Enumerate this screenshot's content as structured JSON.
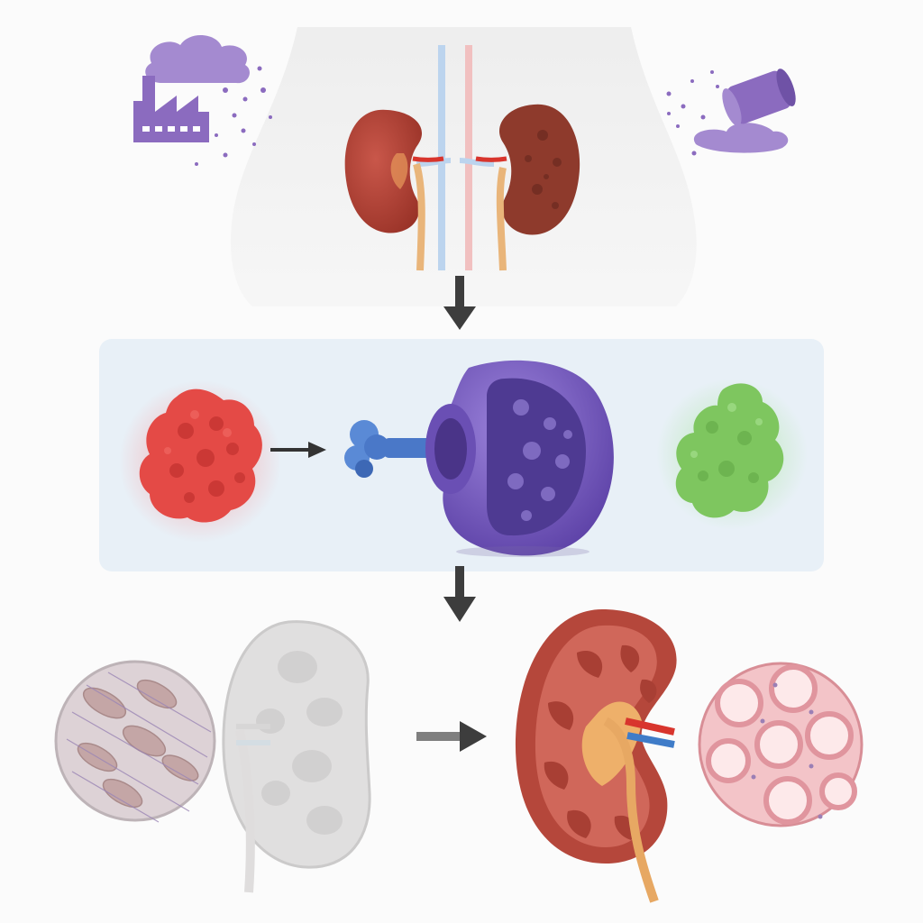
{
  "diagram": {
    "stages": [
      {
        "id": "exposure",
        "description_visible": false
      },
      {
        "id": "mechanism",
        "description_visible": false
      },
      {
        "id": "outcome",
        "description_visible": false
      }
    ],
    "colors": {
      "background": "#fbfbfb",
      "body_silhouette": "#e9e9e9",
      "kidney_healthy": "#b5473b",
      "kidney_damaged": "#8e3a2c",
      "pollutant_purple": "#8b6bbf",
      "toxin_red": "#e84a4a",
      "ligand_blue": "#4a78c8",
      "receptor_purple": "#7a5bc7",
      "neutralized_green": "#7ec65f",
      "panel_fill": "#e6eef6",
      "arrow": "#333333",
      "fibrotic_tissue": "#d9cfd3",
      "healthy_tissue": "#f3c4c8"
    },
    "icons": [
      "factory-icon",
      "smoke-cloud-icon",
      "spilled-barrel-icon",
      "down-arrow-icon",
      "right-arrow-icon"
    ]
  }
}
